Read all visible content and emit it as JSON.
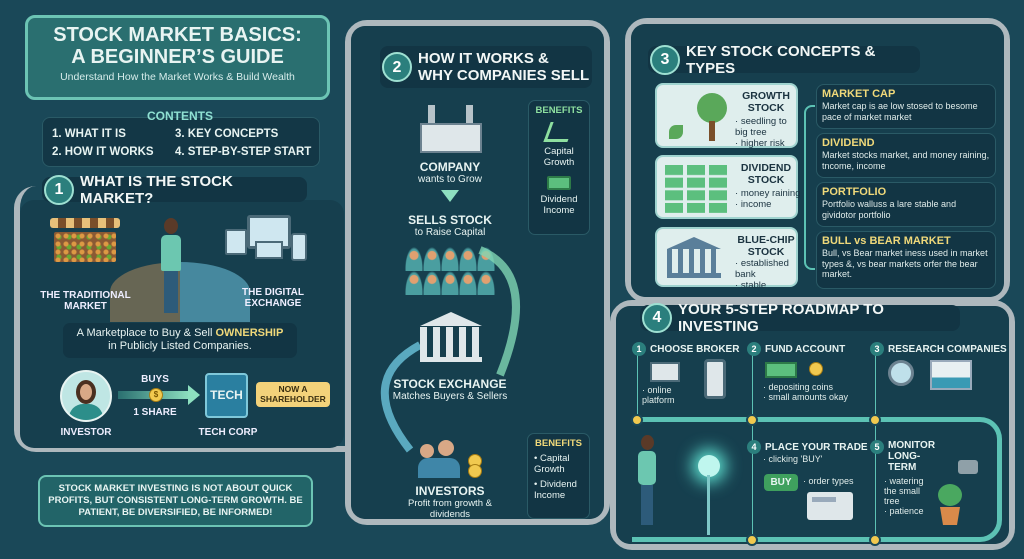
{
  "title": {
    "line1": "STOCK MARKET BASICS:",
    "line2": "A BEGINNER’S GUIDE",
    "subtitle": "Understand How the Market Works & Build Wealth"
  },
  "contents": {
    "heading": "CONTENTS",
    "items": [
      "1. WHAT IT IS",
      "2. HOW IT WORKS",
      "3. KEY CONCEPTS",
      "4. STEP-BY-STEP START"
    ]
  },
  "section1": {
    "number": "1",
    "title": "WHAT IS THE STOCK MARKET?",
    "traditional": "THE TRADITIONAL MARKET",
    "digital": "THE DIGITAL EXCHANGE",
    "definition_pre": "A Marketplace to Buy & Sell ",
    "definition_highlight": "OWNERSHIP",
    "definition_post": "in Publicly Listed Companies.",
    "investor": "INVESTOR",
    "buys": "BUYS",
    "share": "1 SHARE",
    "coin": "$",
    "tech": "TECH",
    "tech_corp": "TECH CORP",
    "shareholder": "NOW A SHAREHOLDER"
  },
  "footer_note": "STOCK MARKET INVESTING IS NOT ABOUT QUICK PROFITS, BUT CONSISTENT LONG-TERM GROWTH. BE PATIENT, BE DIVERSIFIED, BE INFORMED!",
  "section2": {
    "number": "2",
    "title_line1": "HOW IT WORKS &",
    "title_line2": "WHY COMPANIES SELL",
    "company": {
      "title": "COMPANY",
      "sub": "wants to Grow"
    },
    "sells": {
      "title": "SELLS STOCK",
      "sub": "to Raise Capital"
    },
    "exchange": {
      "title": "STOCK EXCHANGE",
      "sub": "Matches Buyers & Sellers"
    },
    "investors": {
      "title": "INVESTORS",
      "sub": "Profit from growth & dividends"
    },
    "benefits_top": {
      "heading": "BENEFITS",
      "items": [
        "Capital Growth",
        "Dividend Income"
      ]
    },
    "benefits_bottom": {
      "heading": "BENEFITS",
      "items": [
        "Capital Growth",
        "Dividend Income"
      ]
    }
  },
  "section3": {
    "number": "3",
    "title": "KEY STOCK CONCEPTS & TYPES",
    "types": [
      {
        "title": "GROWTH STOCK",
        "bullets": [
          "seedling to big tree",
          "higher risk"
        ]
      },
      {
        "title": "DIVIDEND STOCK",
        "bullets": [
          "money raining",
          "income"
        ]
      },
      {
        "title": "BLUE-CHIP STOCK",
        "bullets": [
          "established bank",
          "stable"
        ]
      }
    ],
    "concepts": [
      {
        "title": "MARKET CAP",
        "text": "Market cap is ae low stosed to besome pace of market market"
      },
      {
        "title": "DIVIDEND",
        "text": "Market stocks market, and money raining, tncome, income"
      },
      {
        "title": "PORTFOLIO",
        "text": "Portfolio walluss a lare stable and gividotor portfolio"
      },
      {
        "title": "BULL vs BEAR MARKET",
        "text": "Bull, vs Bear market iness used in market types &, vs bear markets orfer the bear market."
      }
    ]
  },
  "section4": {
    "number": "4",
    "title": "YOUR 5-STEP ROADMAP TO INVESTING",
    "steps": [
      {
        "n": "1",
        "title": "CHOOSE BROKER",
        "bullets": [
          "online platform"
        ]
      },
      {
        "n": "2",
        "title": "FUND ACCOUNT",
        "bullets": [
          "depositing coins",
          "small amounts okay"
        ]
      },
      {
        "n": "3",
        "title": "RESEARCH COMPANIES",
        "bullets": []
      },
      {
        "n": "4",
        "title": "PLACE YOUR TRADE",
        "bullets": [
          "clicking 'BUY'",
          "order types"
        ]
      },
      {
        "n": "5",
        "title": "MONITOR LONG-TERM",
        "bullets": [
          "watering the small tree",
          "patience"
        ]
      }
    ],
    "buy_button": "BUY"
  },
  "colors": {
    "background": "#1a4858",
    "panel": "#163f4e",
    "accent": "#2b7f7d",
    "highlight": "#f0d97a",
    "road": "#aeb8bd",
    "timeline": "#5cc2b4"
  }
}
